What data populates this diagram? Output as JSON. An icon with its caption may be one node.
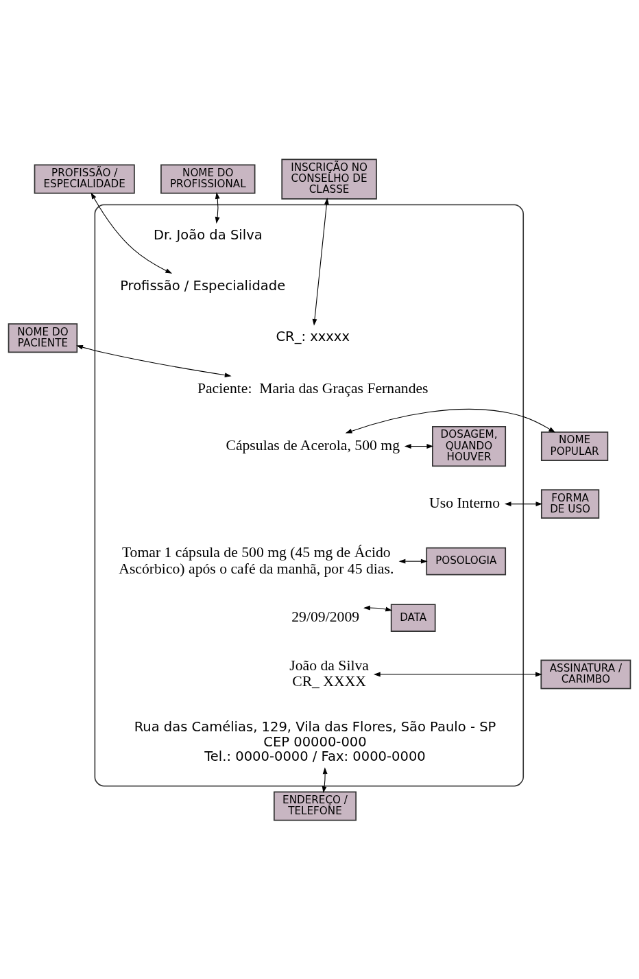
{
  "diagram": {
    "nodes": [
      {
        "text": [],
        "shape": "box"
      },
      {
        "text": [
          "INSCRIÇÃO NO CONSELHO DE CLASSE"
        ]
      },
      {
        "text": [
          "NOME DO PROFISSIONAL"
        ]
      },
      {
        "text": [
          "PROFISSÃO / ESPECIALIDADE"
        ]
      },
      {
        "text": [
          "Dr. João da Silva"
        ],
        "in": 0
      },
      {
        "text": [
          "Profissão / Especialidade"
        ],
        "in": 0
      },
      {
        "text": [
          "NOME DO PACIENTE"
        ]
      },
      {
        "text": [
          "CR_: xxxxx"
        ],
        "in": 0
      },
      {
        "text": [
          "Paciente:  Maria das Graças Fernandes"
        ],
        "in": 0
      },
      {
        "text": [
          "NOME POPULAR"
        ]
      },
      {
        "text": [
          "Cápsulas de Acerola, 500 mg"
        ],
        "in": 0
      },
      {
        "text": [
          "DOSAGEM, QUANDO HOUVER"
        ],
        "in": 0
      },
      {
        "text": [
          "FORMA DE USO"
        ]
      },
      {
        "text": [
          "Uso Interno"
        ],
        "in": 0
      },
      {
        "text": [
          "Tomar 1 cápsula de 500 mg (45 mg de Ácido Ascórbico) após o café da manhã, por 45 dias."
        ],
        "in": 0
      },
      {
        "text": [
          "POSOLOGIA"
        ],
        "in": 0
      },
      {
        "text": [
          "29/09/2009"
        ],
        "in": 0
      },
      {
        "text": [
          "DATA"
        ],
        "in": 0
      },
      {
        "text": [
          "João da Silva",
          "CR_ XXXX"
        ],
        "in": 0
      },
      {
        "text": [
          "ASSINATURA / CARIMBO"
        ]
      },
      {
        "text": [
          "Rua das Camélias, 129, Vila das Flores, São Paulo - SP",
          "CEP 00000-000",
          "Tel.: 0000-0000 / Fax: 0000-0000"
        ],
        "in": 0
      },
      {
        "text": [
          "ENDEREÇO / TELEFONE"
        ]
      }
    ],
    "edges": [
      {
        "from": 1,
        "to": 7,
        "arrow": "both"
      },
      {
        "from": 2,
        "to": 4,
        "arrow": "both"
      },
      {
        "from": 3,
        "to": 5,
        "arrow": "both"
      },
      {
        "from": 6,
        "to": 8,
        "arrow": "both"
      },
      {
        "from": 9,
        "to": 10,
        "arrow": "both"
      },
      {
        "from": 10,
        "to": 11,
        "arrow": "both"
      },
      {
        "from": 12,
        "to": 13,
        "arrow": "both"
      },
      {
        "from": 14,
        "to": 15,
        "arrow": "both"
      },
      {
        "from": 17,
        "to": 16,
        "arrow": "both"
      },
      {
        "from": 18,
        "to": 19,
        "arrow": "both"
      },
      {
        "from": 20,
        "to": 21,
        "arrow": "both"
      }
    ]
  }
}
